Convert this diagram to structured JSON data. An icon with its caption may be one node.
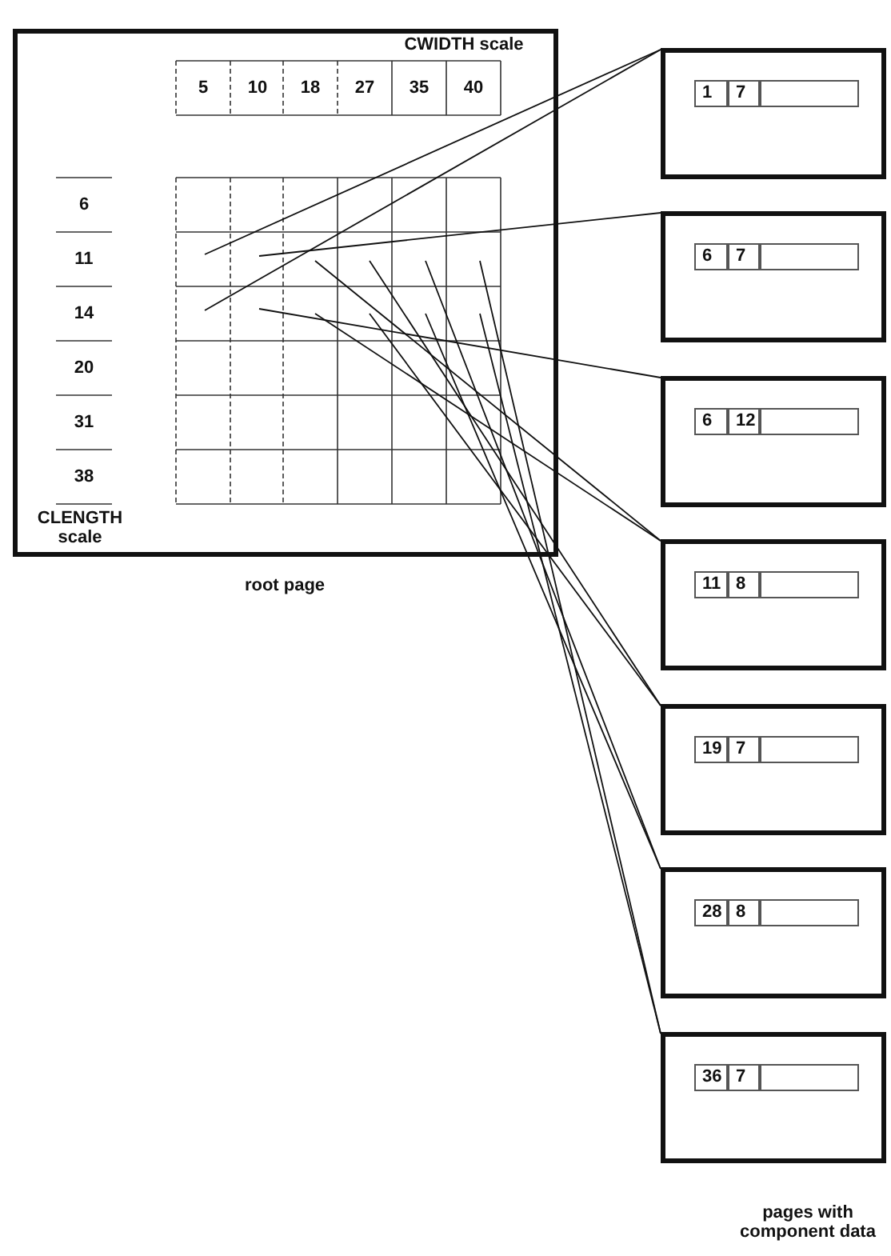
{
  "diagram": {
    "caption": "pages with component data",
    "nodes": [
      {
        "text": [],
        "shape": "box",
        "beside": [
          "root page"
        ]
      },
      {
        "text": [
          "1",
          "7"
        ]
      },
      {
        "text": [
          "6",
          "7"
        ]
      },
      {
        "text": [
          "6",
          "12"
        ]
      },
      {
        "text": [
          "11",
          "8"
        ]
      },
      {
        "text": [
          "19",
          "7"
        ]
      },
      {
        "text": [
          "28",
          "8"
        ]
      },
      {
        "text": [
          "36",
          "7"
        ]
      }
    ],
    "edges": [
      {
        "from": 0,
        "to": 1,
        "arrow": "none"
      },
      {
        "from": 0,
        "to": 1,
        "arrow": "none"
      },
      {
        "from": 0,
        "to": 2,
        "arrow": "none"
      },
      {
        "from": 0,
        "to": 3,
        "arrow": "none"
      },
      {
        "from": 0,
        "to": 4,
        "arrow": "none"
      },
      {
        "from": 0,
        "to": 4,
        "arrow": "none"
      },
      {
        "from": 0,
        "to": 5,
        "arrow": "none"
      },
      {
        "from": 0,
        "to": 5,
        "arrow": "none"
      },
      {
        "from": 0,
        "to": 6,
        "arrow": "none"
      },
      {
        "from": 0,
        "to": 6,
        "arrow": "none"
      },
      {
        "from": 0,
        "to": 7,
        "arrow": "none"
      },
      {
        "from": 0,
        "to": 7,
        "arrow": "none"
      }
    ],
    "labels": [
      "CWIDTH scale",
      "5",
      "10",
      "18",
      "27",
      "35",
      "40",
      "6",
      "11",
      "14",
      "20",
      "31",
      "38",
      "CLENGTH scale"
    ]
  }
}
